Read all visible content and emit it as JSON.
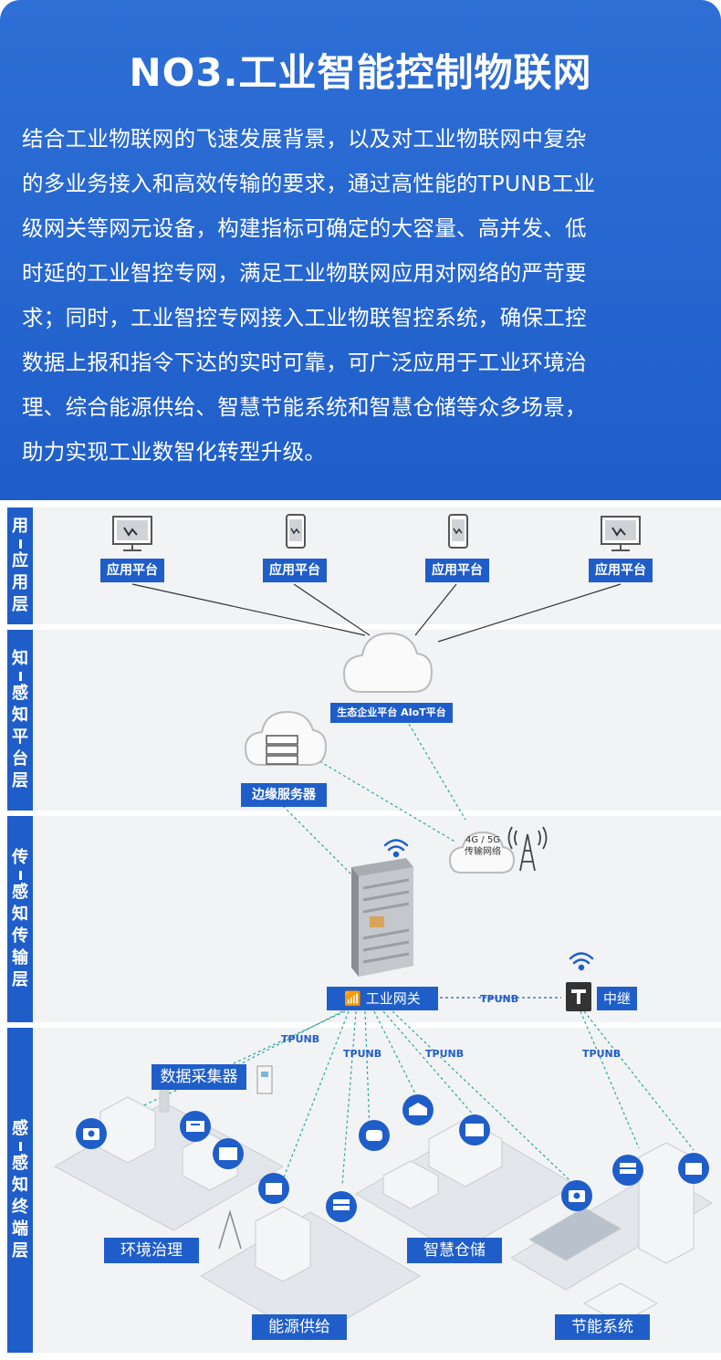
{
  "header": {
    "title": "NO3.工业智能控制物联网",
    "paragraph_lines": [
      "结合工业物联网的飞速发展背景，以及对工业物联网中复杂",
      "的多业务接入和高效传输的要求，通过高性能的TPUNB工业",
      "级网关等网元设备，构建指标可确定的大容量、高并发、低",
      "时延的工业智控专网，满足工业物联网应用对网络的严苛要",
      "求；同时，工业智控专网接入工业物联智控系统，确保工控",
      "数据上报和指令下达的实时可靠，可广泛应用于工业环境治",
      "理、综合能源供给、智慧节能系统和智慧仓储等众多场景，",
      "助力实现工业数智化转型升级。"
    ]
  },
  "layers": [
    {
      "chars": [
        "用",
        "应",
        "用",
        "层"
      ]
    },
    {
      "chars": [
        "知",
        "感",
        "知",
        "平",
        "台",
        "层"
      ]
    },
    {
      "chars": [
        "传",
        "感",
        "知",
        "传",
        "输",
        "层"
      ]
    },
    {
      "chars": [
        "感",
        "感",
        "知",
        "终",
        "端",
        "层"
      ]
    }
  ],
  "app_layer": {
    "platforms": [
      "应用平台",
      "应用平台",
      "应用平台",
      "应用平台"
    ]
  },
  "platform_layer": {
    "cloud_label": "生态企业平台 AIoT平台",
    "edge_label": "边缘服务器",
    "network_text": [
      "4G / 5G",
      "传输网络"
    ]
  },
  "transport_layer": {
    "gateway_label": "工业网关",
    "relay_label": "中继",
    "link_label": "TPUNB"
  },
  "terminal_layer": {
    "collector_label": "数据采集器",
    "tpunb_labels": [
      "TPUNB",
      "TPUNB",
      "TPUNB",
      "TPUNB"
    ],
    "scenes": [
      "环境治理",
      "能源供给",
      "智慧仓储",
      "节能系统"
    ]
  },
  "colors": {
    "brand": "#1f5ec9",
    "band": "#f2f3f5",
    "line": "#2aa79b"
  }
}
